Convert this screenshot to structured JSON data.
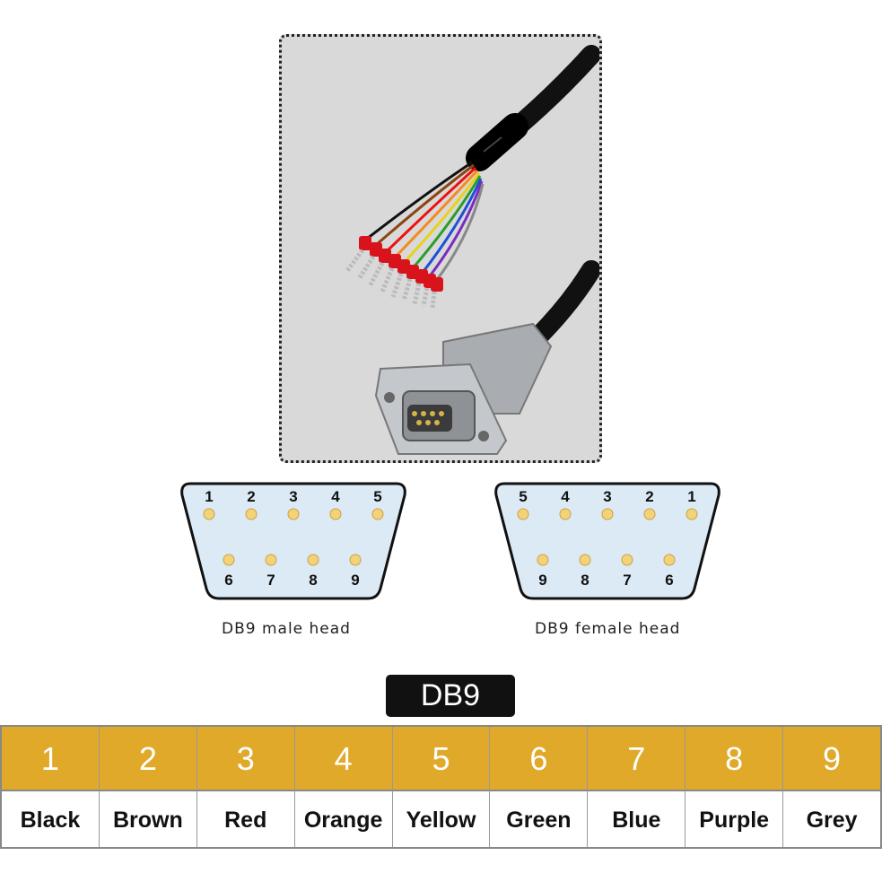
{
  "male": {
    "pins_top": [
      "1",
      "2",
      "3",
      "4",
      "5"
    ],
    "pins_bottom": [
      "6",
      "7",
      "8",
      "9"
    ],
    "caption": "DB9 male head"
  },
  "female": {
    "pins_top": [
      "5",
      "4",
      "3",
      "2",
      "1"
    ],
    "pins_bottom": [
      "9",
      "8",
      "7",
      "6"
    ],
    "caption": "DB9 female head"
  },
  "table": {
    "title": "DB9",
    "pins": [
      "1",
      "2",
      "3",
      "4",
      "5",
      "6",
      "7",
      "8",
      "9"
    ],
    "colors": [
      "Black",
      "Brown",
      "Red",
      "Orange",
      "Yellow",
      "Green",
      "Blue",
      "Purple",
      "Grey"
    ]
  },
  "colors": {
    "header": "#e0a92a",
    "connector_fill": "#dbeaf5",
    "pin_dot": "#f3d27a"
  }
}
